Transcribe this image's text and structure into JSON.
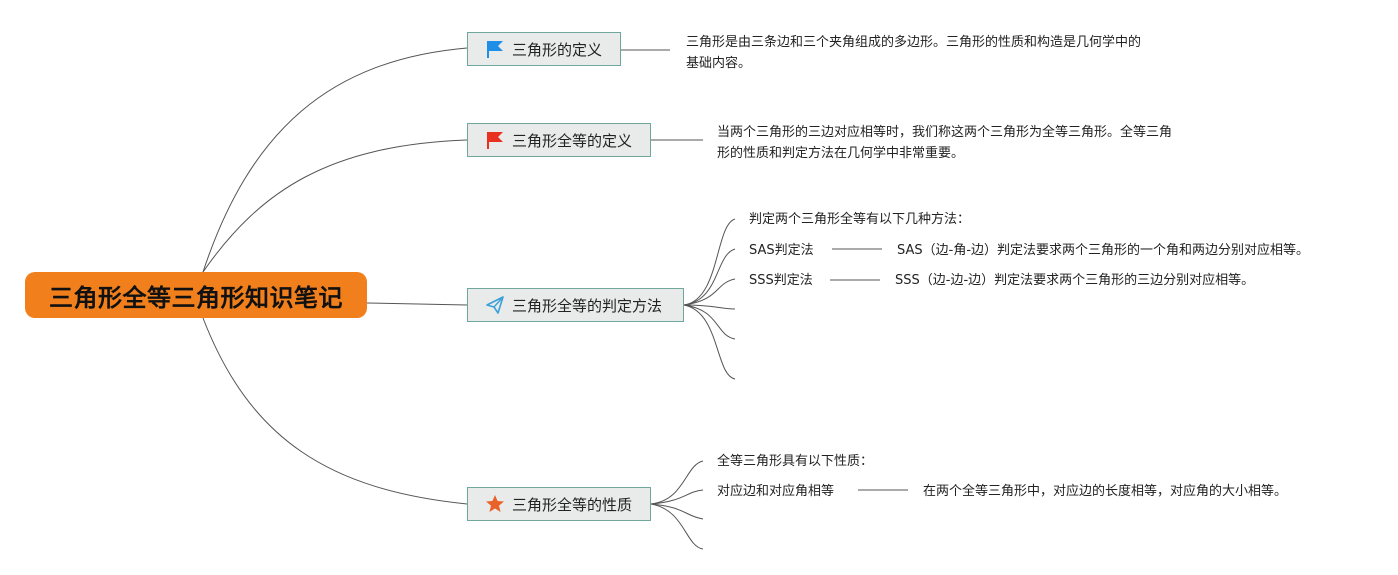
{
  "root": {
    "title": "三角形全等三角形知识笔记"
  },
  "topics": {
    "definition": {
      "label": "三角形的定义",
      "icon": "blue-flag-icon",
      "note_line1": "三角形是由三条边和三个夹角组成的多边形。三角形的性质和构造是几何学中的",
      "note_line2": "基础内容。"
    },
    "congruence_definition": {
      "label": "三角形全等的定义",
      "icon": "red-flag-icon",
      "note_line1": "当两个三角形的三边对应相等时，我们称这两个三角形为全等三角形。全等三角",
      "note_line2": "形的性质和判定方法在几何学中非常重要。"
    },
    "criteria": {
      "label": "三角形全等的判定方法",
      "icon": "paper-plane-icon",
      "intro": "判定两个三角形全等有以下几种方法：",
      "methods": [
        {
          "name": "SAS判定法",
          "desc": "SAS（边-角-边）判定法要求两个三角形的一个角和两边分别对应相等。"
        },
        {
          "name": "SSS判定法",
          "desc": "SSS（边-边-边）判定法要求两个三角形的三边分别对应相等。"
        }
      ]
    },
    "properties": {
      "label": "三角形全等的性质",
      "icon": "star-icon",
      "intro": "全等三角形具有以下性质：",
      "items": [
        {
          "name": "对应边和对应角相等",
          "desc": "在两个全等三角形中，对应边的长度相等，对应角的大小相等。"
        }
      ]
    }
  },
  "colors": {
    "root_fill": "#f07f1c",
    "topic_fill": "#e9ebeb",
    "topic_border": "#6fa89a",
    "line": "#555555",
    "flag_blue": "#1f8ee6",
    "flag_red": "#e8321f",
    "plane": "#3aa0d8",
    "star": "#e8622a"
  }
}
